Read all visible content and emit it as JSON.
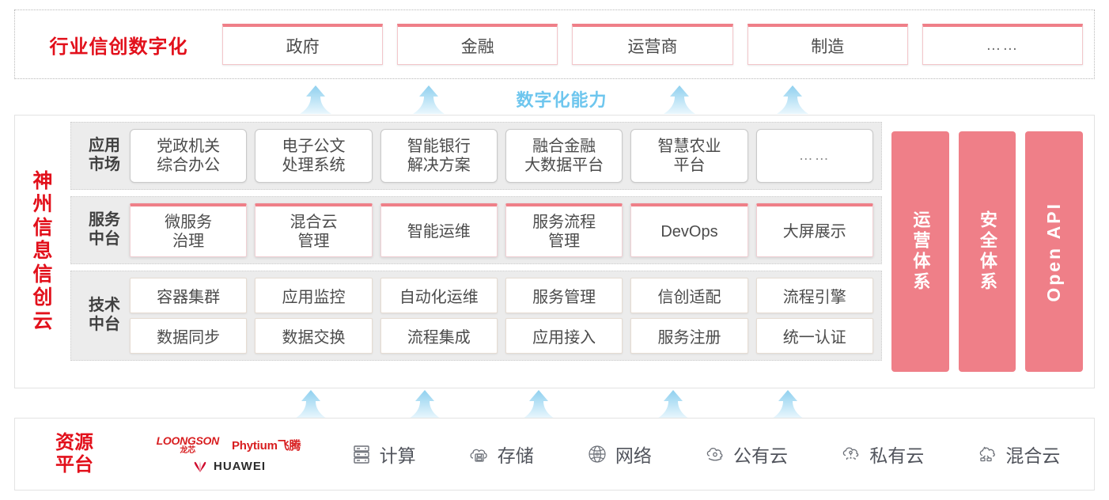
{
  "industry": {
    "title": "行业信创数字化",
    "cards": [
      {
        "label": "政府",
        "name": "industry-card-government"
      },
      {
        "label": "金融",
        "name": "industry-card-finance"
      },
      {
        "label": "运营商",
        "name": "industry-card-carrier"
      },
      {
        "label": "制造",
        "name": "industry-card-manufacturing"
      },
      {
        "label": "……",
        "name": "industry-card-more"
      }
    ]
  },
  "capability": {
    "label": "数字化能力"
  },
  "cloud": {
    "title_chars": [
      "神",
      "州",
      "信",
      "息",
      "信",
      "创",
      "云"
    ],
    "layers": {
      "app": {
        "label_lines": [
          "应用",
          "市场"
        ],
        "items": [
          {
            "lines": [
              "党政机关",
              "综合办公"
            ]
          },
          {
            "lines": [
              "电子公文",
              "处理系统"
            ]
          },
          {
            "lines": [
              "智能银行",
              "解决方案"
            ]
          },
          {
            "lines": [
              "融合金融",
              "大数据平台"
            ]
          },
          {
            "lines": [
              "智慧农业",
              "平台"
            ]
          },
          {
            "lines": [
              "……"
            ]
          }
        ]
      },
      "service": {
        "label_lines": [
          "服务",
          "中台"
        ],
        "items": [
          {
            "lines": [
              "微服务",
              "治理"
            ]
          },
          {
            "lines": [
              "混合云",
              "管理"
            ]
          },
          {
            "lines": [
              "智能运维"
            ]
          },
          {
            "lines": [
              "服务流程",
              "管理"
            ]
          },
          {
            "lines": [
              "DevOps"
            ]
          },
          {
            "lines": [
              "大屏展示"
            ]
          }
        ]
      },
      "tech": {
        "label_lines": [
          "技术",
          "中台"
        ],
        "row1": [
          "容器集群",
          "应用监控",
          "自动化运维",
          "服务管理",
          "信创适配",
          "流程引擎"
        ],
        "row2": [
          "数据同步",
          "数据交换",
          "流程集成",
          "应用接入",
          "服务注册",
          "统一认证"
        ]
      }
    },
    "side_bars": [
      {
        "label": "运营体系",
        "latin": false,
        "name": "side-bar-operations"
      },
      {
        "label": "安全体系",
        "latin": false,
        "name": "side-bar-security"
      },
      {
        "label": "Open API",
        "latin": true,
        "name": "side-bar-open-api"
      }
    ]
  },
  "resource": {
    "title_lines": [
      "资源",
      "平台"
    ],
    "vendors": [
      {
        "name": "loongson",
        "en": "LOONGSON",
        "cn": "龙芯"
      },
      {
        "name": "phytium",
        "text": "Phytium飞腾"
      },
      {
        "name": "huawei",
        "text": "HUAWEI"
      }
    ],
    "items": [
      {
        "label": "计算",
        "icon": "server-icon"
      },
      {
        "label": "存储",
        "icon": "cloud-storage-icon"
      },
      {
        "label": "网络",
        "icon": "network-icon"
      },
      {
        "label": "公有云",
        "icon": "public-cloud-icon"
      },
      {
        "label": "私有云",
        "icon": "private-cloud-icon"
      },
      {
        "label": "混合云",
        "icon": "hybrid-cloud-icon"
      }
    ]
  },
  "colors": {
    "brand_red": "#e2101b",
    "pink": "#ef7f88",
    "arrow_blue": "#bfe2f5",
    "capability_blue": "#6ec6ee",
    "panel_gray": "#ececec"
  }
}
